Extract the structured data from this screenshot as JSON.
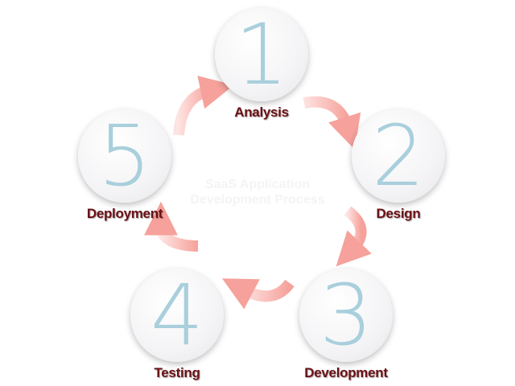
{
  "title_lines": [
    "SaaS Application",
    "Development Process"
  ],
  "steps": [
    {
      "number": "1",
      "label": "Analysis"
    },
    {
      "number": "2",
      "label": "Design"
    },
    {
      "number": "3",
      "label": "Development"
    },
    {
      "number": "4",
      "label": "Testing"
    },
    {
      "number": "5",
      "label": "Deployment"
    }
  ],
  "colors": {
    "arrow": "#f7a6a0",
    "number": "#a9cfdc",
    "label": "#6b1015"
  }
}
